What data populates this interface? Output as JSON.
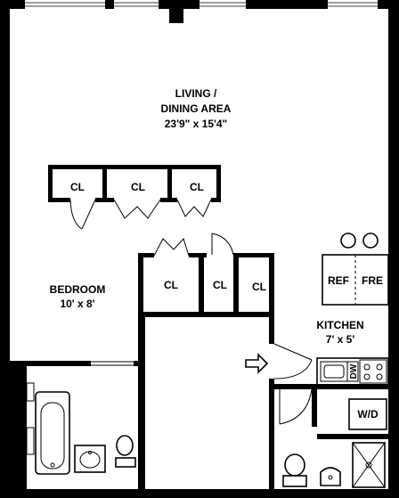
{
  "rooms": {
    "living": {
      "name": "LIVING /",
      "name2": "DINING AREA",
      "dims": "23'9\" x 15'4\""
    },
    "bedroom": {
      "name": "BEDROOM",
      "dims": "10' x 8'"
    },
    "kitchen": {
      "name": "KITCHEN",
      "dims": "7' x 5'"
    }
  },
  "closets": {
    "label": "CL"
  },
  "fixtures": {
    "ref": "REF",
    "fre": "FRE",
    "dw": "DW",
    "wd": "W/D"
  },
  "colors": {
    "wall": "#000000",
    "background": "#ffffff"
  },
  "icons": {
    "entry": "arrow-right-icon"
  }
}
